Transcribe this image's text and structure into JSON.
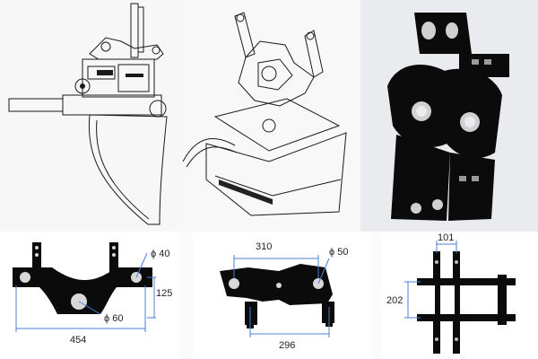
{
  "colors": {
    "dimension_line": "#4a7fd6",
    "part_fill": "#0b0b0b",
    "line_art": "#1a1a1a",
    "page_bg": "#fbfbfc"
  },
  "panels": {
    "top_left": {
      "view": "side view line drawing of tilt bucket attachment"
    },
    "top_middle": {
      "view": "isometric line drawing of tilt bucket with quick coupler"
    },
    "top_right": {
      "view": "shaded 3D render of coupler bracket"
    },
    "bottom_left": {
      "dims": {
        "pin_small": "ϕ 40",
        "pin_large": "ϕ 60",
        "height": "125",
        "width": "454"
      }
    },
    "bottom_middle": {
      "dims": {
        "top_span": "310",
        "pin": "ϕ 50",
        "bottom_span": "296"
      }
    },
    "bottom_right": {
      "dims": {
        "top_width": "101",
        "height": "202"
      }
    }
  }
}
